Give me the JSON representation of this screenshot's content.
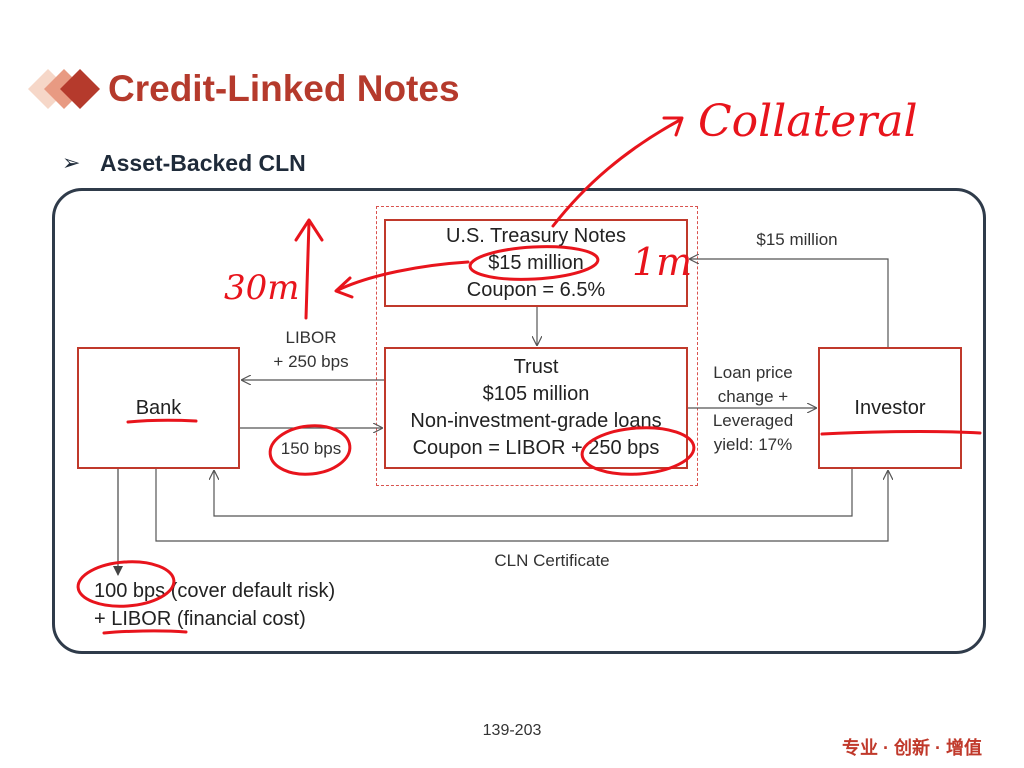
{
  "header": {
    "title": "Credit-Linked Notes",
    "subtitle": "Asset-Backed CLN",
    "bullet": "➢"
  },
  "nodes": {
    "treasury": {
      "line1": "U.S. Treasury Notes",
      "line2": "$15 million",
      "line3": "Coupon = 6.5%"
    },
    "trust": {
      "line1": "Trust",
      "line2": "$105 million",
      "line3": "Non-investment-grade loans",
      "line4": "Coupon = LIBOR + 250 bps"
    },
    "bank": {
      "label": "Bank"
    },
    "investor": {
      "label": "Investor"
    }
  },
  "edges": {
    "trust_to_bank": {
      "line1": "LIBOR",
      "line2": "+ 250 bps"
    },
    "bank_to_trust": {
      "label": "150 bps"
    },
    "investor_to_treasury": {
      "label": "$15 million"
    },
    "trust_to_investor": {
      "line1": "Loan price",
      "line2": "change +",
      "line3": "Leveraged",
      "line4": "yield: 17%"
    },
    "cln": {
      "label": "CLN Certificate"
    }
  },
  "bank_note": {
    "line1": "100 bps (cover default risk)",
    "line2": "+ LIBOR (financial cost)"
  },
  "handwriting": {
    "collateral": "Collateral",
    "one_m": "1m",
    "thirty_m": "30m"
  },
  "footer": {
    "page": "139-203",
    "brand": "专业 · 创新 · 增值"
  },
  "colors": {
    "title": "#b53a2c",
    "box_border": "#c0392b",
    "ink": "#e8141c",
    "panel_border": "#2f3b4a"
  }
}
